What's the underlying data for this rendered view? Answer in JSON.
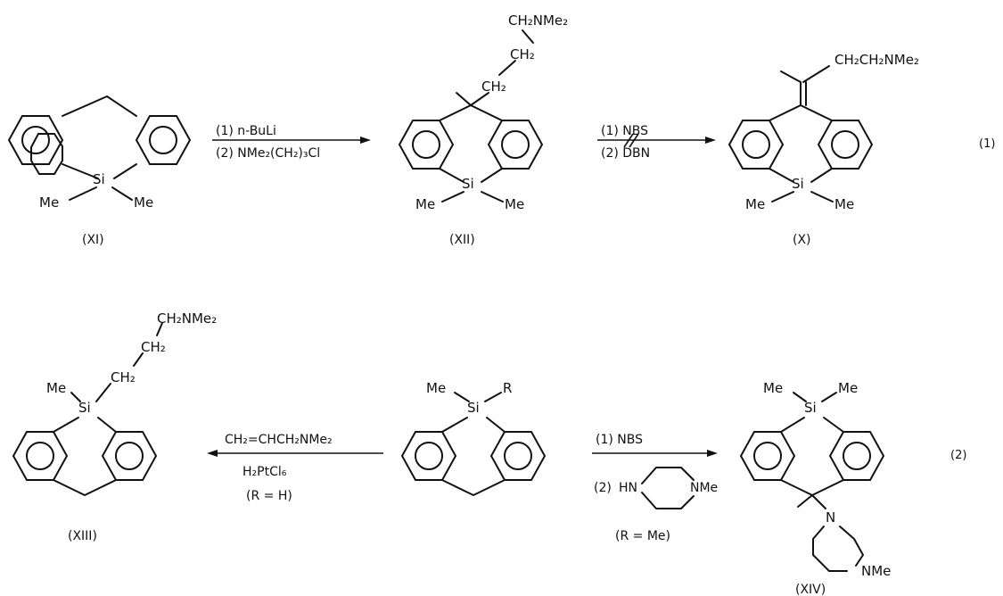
{
  "compounds": [
    {
      "id": "XI",
      "label": "(XI)"
    },
    {
      "id": "XII",
      "label": "(XII)"
    },
    {
      "id": "X",
      "label": "(X)"
    },
    {
      "id": "XIII",
      "label": "(XIII)"
    },
    {
      "id": "XIV",
      "label": "(XIV)"
    }
  ],
  "atoms": {
    "si": "Si",
    "me": "Me",
    "r": "R",
    "n": "N",
    "hn": "HN",
    "nme": "NMe",
    "ch2": "CH₂",
    "ch2nme2": "CH₂NMe₂",
    "ch2ch2nme2": "CH₂CH₂NMe₂"
  },
  "reactions": {
    "r1": {
      "step1": "(1) n-BuLi",
      "step2": "(2) NMe₂(CH₂)₃Cl"
    },
    "r2": {
      "step1": "(1) NBS",
      "step2": "(2) DBN",
      "blocked": true
    },
    "r3": {
      "reagent": "CH₂=CHCH₂NMe₂",
      "catalyst": "H₂PtCl₆",
      "condition": "(R = H)"
    },
    "r4": {
      "step1": "(1) NBS",
      "step2_prefix": "(2)",
      "condition": "(R = Me)"
    }
  },
  "equations": [
    "(1)",
    "(2)"
  ]
}
